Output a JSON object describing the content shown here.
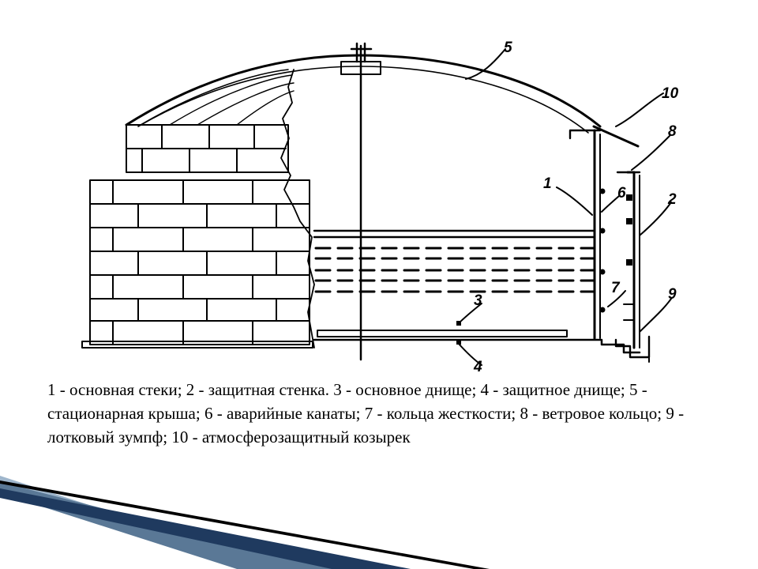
{
  "diagram": {
    "callouts": [
      {
        "id": "5",
        "label": "5"
      },
      {
        "id": "10",
        "label": "10"
      },
      {
        "id": "8",
        "label": "8"
      },
      {
        "id": "1",
        "label": "1"
      },
      {
        "id": "6",
        "label": "6"
      },
      {
        "id": "2",
        "label": "2"
      },
      {
        "id": "7",
        "label": "7"
      },
      {
        "id": "9",
        "label": "9"
      },
      {
        "id": "3",
        "label": "3"
      },
      {
        "id": "4",
        "label": "4"
      }
    ]
  },
  "caption": {
    "text": "1 - основная стеки; 2 - защитная стенка. 3 - основное днище; 4 - защитное днище; 5 - стационарная крыша; 6 - аварийные канаты; 7 - кольца жесткости; 8 - ветровое кольцо; 9 - лотковый зумпф; 10 - атмосферозащитный козырек"
  },
  "colors": {
    "ink": "#000000",
    "background": "#ffffff",
    "accent_stripe": "#1f3a5f",
    "accent_light": "#9fb6cc"
  }
}
